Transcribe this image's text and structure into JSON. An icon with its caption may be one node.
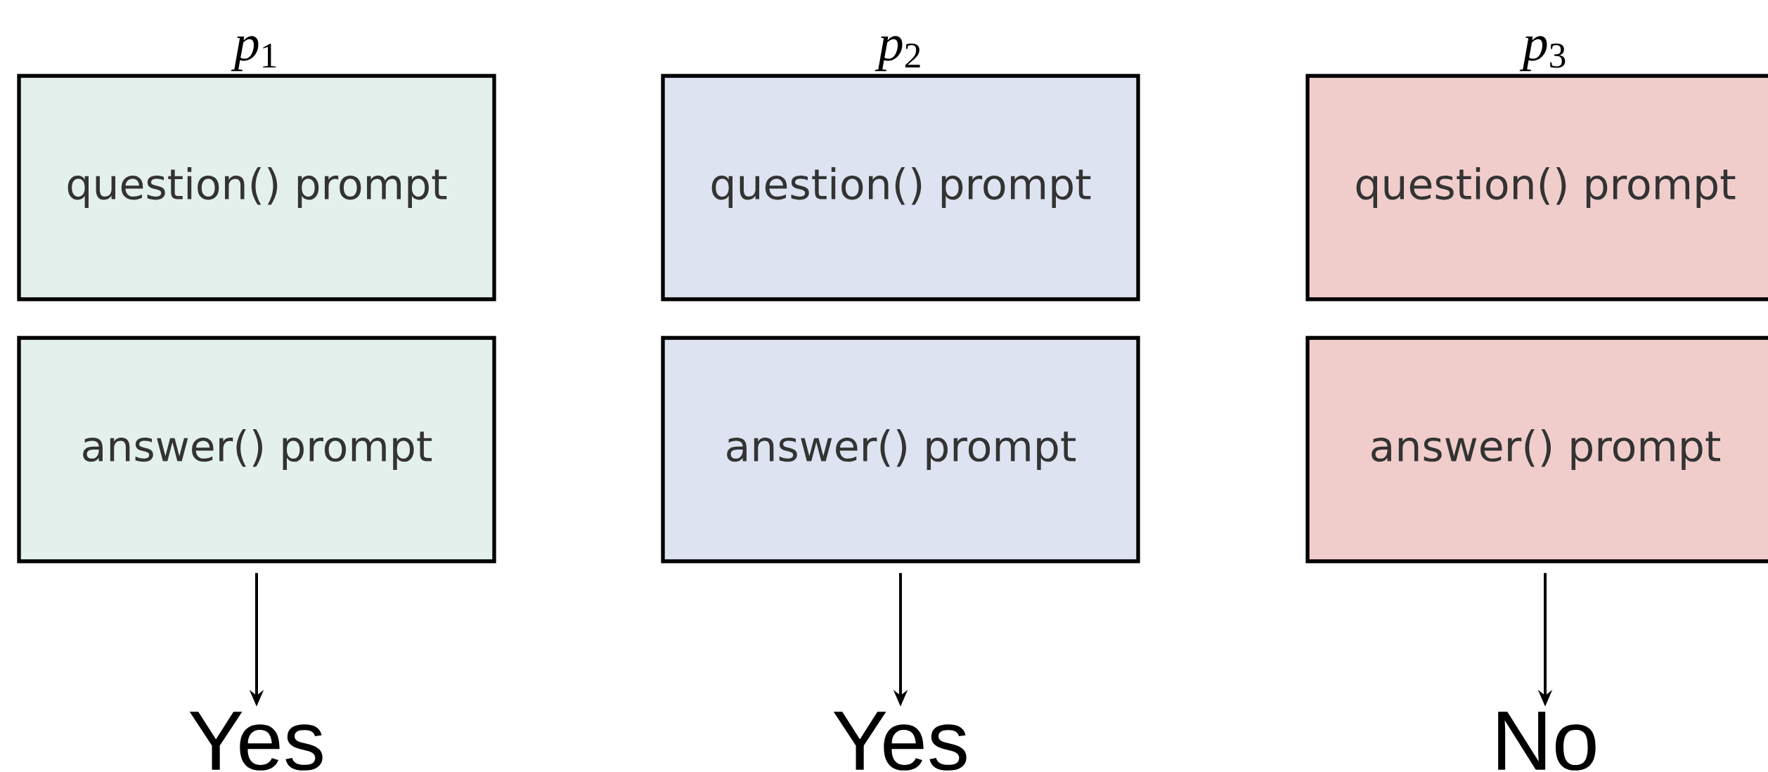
{
  "diagram": {
    "nodes": [
      {
        "text": [
          "*p*$_{1}$",
          "question() prompt"
        ]
      },
      {
        "text": [
          "answer() prompt"
        ]
      },
      {
        "text": [
          "Yes"
        ]
      },
      {
        "text": [
          "*p*$_{2}$",
          "question() prompt"
        ]
      },
      {
        "text": [
          "answer() prompt"
        ]
      },
      {
        "text": [
          "Yes"
        ]
      },
      {
        "text": [
          "*p*$_{3}$",
          "question() prompt"
        ]
      },
      {
        "text": [
          "answer() prompt"
        ]
      },
      {
        "text": [
          "No"
        ]
      }
    ],
    "edges": [
      {
        "from": 1,
        "to": 2,
        "arrow": "to"
      },
      {
        "from": 4,
        "to": 5,
        "arrow": "to"
      },
      {
        "from": 7,
        "to": 8,
        "arrow": "to"
      }
    ]
  }
}
